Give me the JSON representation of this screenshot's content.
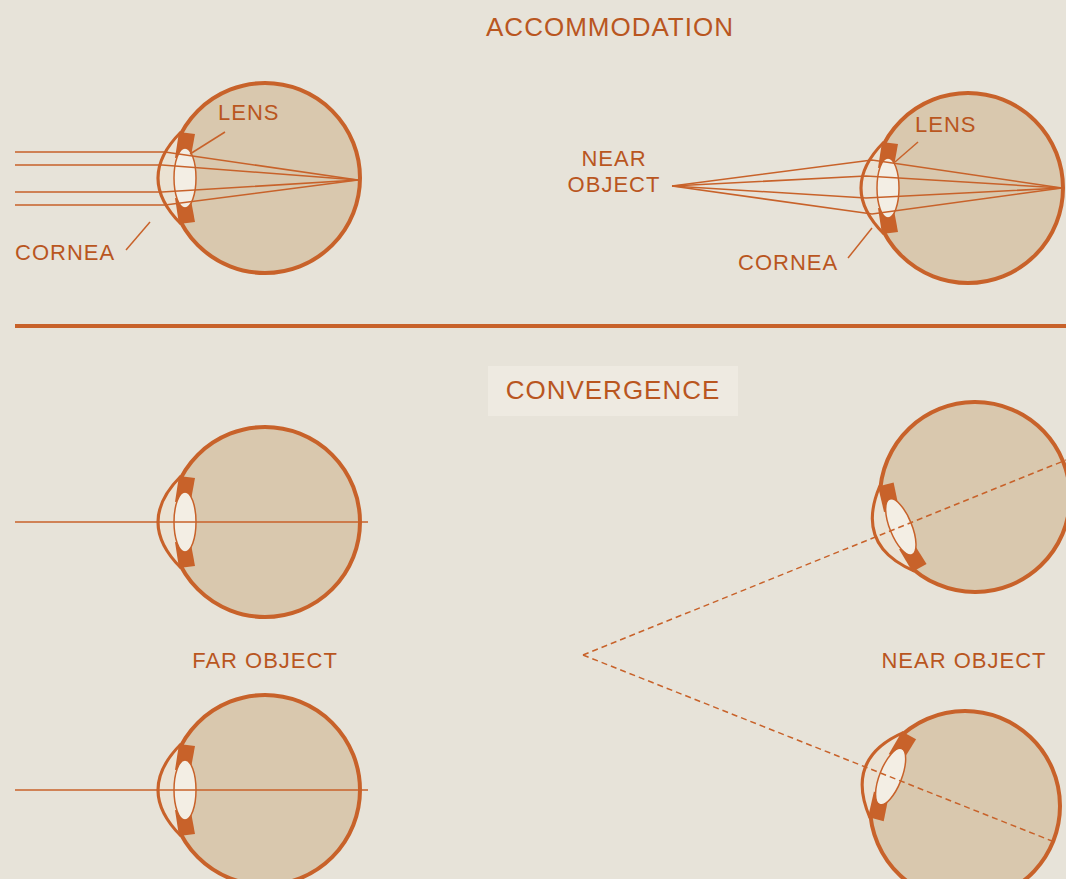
{
  "diagram": {
    "title": "ACCOMMODATION",
    "labels": [
      "LENS",
      "CORNEA",
      "NEAR OBJECT",
      "LENS",
      "CORNEA",
      "CONVERGENCE",
      "FAR OBJECT",
      "NEAR OBJECT"
    ]
  }
}
